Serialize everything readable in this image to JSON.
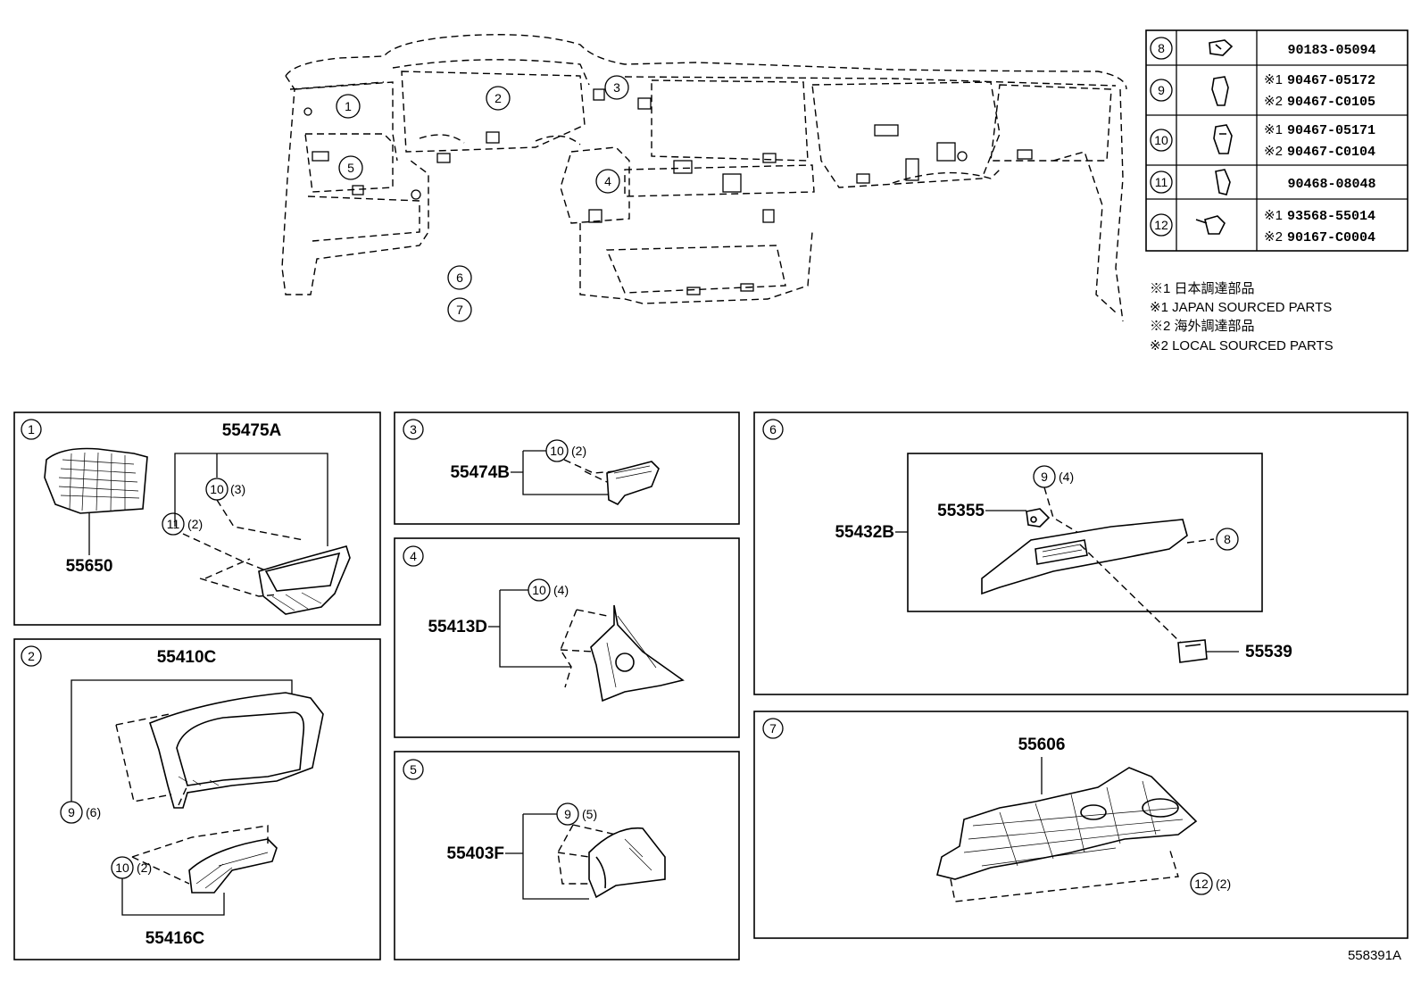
{
  "diagram_id": "558391A",
  "fastener_table": [
    {
      "ref": "8",
      "numbers": [
        "90183-05094"
      ],
      "markers": [
        ""
      ]
    },
    {
      "ref": "9",
      "numbers": [
        "90467-05172",
        "90467-C0105"
      ],
      "markers": [
        "※1",
        "※2"
      ]
    },
    {
      "ref": "10",
      "numbers": [
        "90467-05171",
        "90467-C0104"
      ],
      "markers": [
        "※1",
        "※2"
      ]
    },
    {
      "ref": "11",
      "numbers": [
        "90468-08048"
      ],
      "markers": [
        ""
      ]
    },
    {
      "ref": "12",
      "numbers": [
        "93568-55014",
        "90167-C0004"
      ],
      "markers": [
        "※1",
        "※2"
      ]
    }
  ],
  "notes": [
    "※1 日本調達部品",
    "※1 JAPAN SOURCED PARTS",
    "※2 海外調達部品",
    "※2 LOCAL SOURCED PARTS"
  ],
  "overview_callouts": [
    "1",
    "2",
    "3",
    "4",
    "5",
    "6",
    "7"
  ],
  "panels": [
    {
      "ref": "1",
      "parts": [
        "55475A",
        "55650"
      ],
      "callouts": [
        {
          "ref": "10",
          "qty": "(3)"
        },
        {
          "ref": "11",
          "qty": "(2)"
        }
      ]
    },
    {
      "ref": "2",
      "parts": [
        "55410C",
        "55416C"
      ],
      "callouts": [
        {
          "ref": "9",
          "qty": "(6)"
        },
        {
          "ref": "10",
          "qty": "(2)"
        }
      ]
    },
    {
      "ref": "3",
      "parts": [
        "55474B"
      ],
      "callouts": [
        {
          "ref": "10",
          "qty": "(2)"
        }
      ]
    },
    {
      "ref": "4",
      "parts": [
        "55413D"
      ],
      "callouts": [
        {
          "ref": "10",
          "qty": "(4)"
        }
      ]
    },
    {
      "ref": "5",
      "parts": [
        "55403F"
      ],
      "callouts": [
        {
          "ref": "9",
          "qty": "(5)"
        }
      ]
    },
    {
      "ref": "6",
      "parts": [
        "55432B",
        "55355",
        "55539"
      ],
      "callouts": [
        {
          "ref": "9",
          "qty": "(4)"
        },
        {
          "ref": "8",
          "qty": ""
        }
      ]
    },
    {
      "ref": "7",
      "parts": [
        "55606"
      ],
      "callouts": [
        {
          "ref": "12",
          "qty": "(2)"
        }
      ]
    }
  ]
}
